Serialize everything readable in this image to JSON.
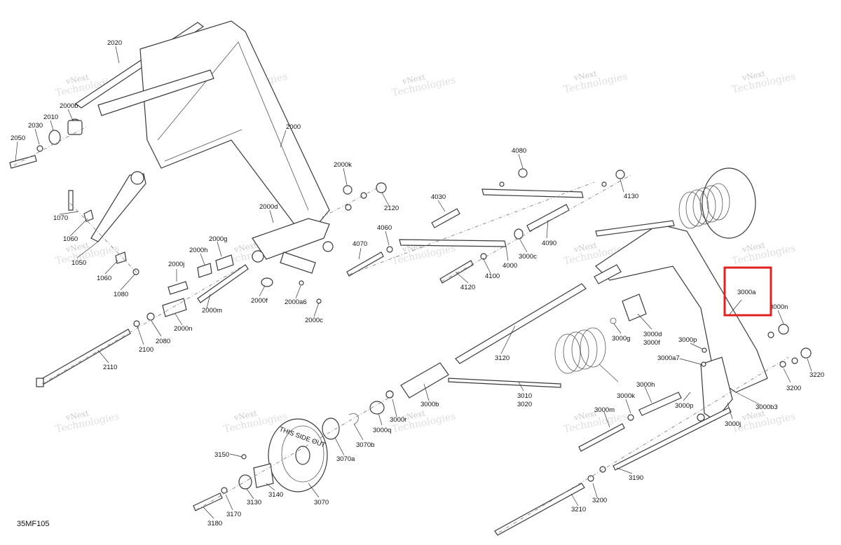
{
  "diagram": {
    "document_code": "35MF105",
    "highlight_color": "#e02020",
    "highlighted_label": "3000a",
    "watermark_line1": "vNext",
    "watermark_line2": "Technologies",
    "wheel_text": "THIS SIDE OUT",
    "labels": [
      {
        "id": "l2020",
        "text": "2020"
      },
      {
        "id": "l2000b",
        "text": "2000b"
      },
      {
        "id": "l2010",
        "text": "2010"
      },
      {
        "id": "l2030",
        "text": "2030"
      },
      {
        "id": "l2050",
        "text": "2050"
      },
      {
        "id": "l2000",
        "text": "2000"
      },
      {
        "id": "l2000k",
        "text": "2000k"
      },
      {
        "id": "l2120",
        "text": "2120"
      },
      {
        "id": "l2000d",
        "text": "2000d"
      },
      {
        "id": "l2000g",
        "text": "2000g"
      },
      {
        "id": "l2000h",
        "text": "2000h"
      },
      {
        "id": "l2000j",
        "text": "2000j"
      },
      {
        "id": "l2000f",
        "text": "2000f"
      },
      {
        "id": "l2000a6",
        "text": "2000a6"
      },
      {
        "id": "l2000c",
        "text": "2000c"
      },
      {
        "id": "l2000m",
        "text": "2000m"
      },
      {
        "id": "l2000n",
        "text": "2000n"
      },
      {
        "id": "l2080",
        "text": "2080"
      },
      {
        "id": "l2100",
        "text": "2100"
      },
      {
        "id": "l2110",
        "text": "2110"
      },
      {
        "id": "l1070",
        "text": "1070"
      },
      {
        "id": "l1060a",
        "text": "1060"
      },
      {
        "id": "l1050",
        "text": "1050"
      },
      {
        "id": "l1060b",
        "text": "1060"
      },
      {
        "id": "l1080",
        "text": "1080"
      },
      {
        "id": "l4080",
        "text": "4080"
      },
      {
        "id": "l4030",
        "text": "4030"
      },
      {
        "id": "l4130",
        "text": "4130"
      },
      {
        "id": "l4060",
        "text": "4060"
      },
      {
        "id": "l4070",
        "text": "4070"
      },
      {
        "id": "l4090",
        "text": "4090"
      },
      {
        "id": "l3000c",
        "text": "3000c"
      },
      {
        "id": "l4000",
        "text": "4000"
      },
      {
        "id": "l4100",
        "text": "4100"
      },
      {
        "id": "l4120",
        "text": "4120"
      },
      {
        "id": "l3000a",
        "text": "3000a"
      },
      {
        "id": "l3000n",
        "text": "3000n"
      },
      {
        "id": "l3000d",
        "text": "3000d"
      },
      {
        "id": "l3000f",
        "text": "3000f"
      },
      {
        "id": "l3000g",
        "text": "3000g"
      },
      {
        "id": "l3000p1",
        "text": "3000p"
      },
      {
        "id": "l3000a7",
        "text": "3000a7"
      },
      {
        "id": "l3120",
        "text": "3120"
      },
      {
        "id": "l3200a",
        "text": "3200"
      },
      {
        "id": "l3220",
        "text": "3220"
      },
      {
        "id": "l3010",
        "text": "3010"
      },
      {
        "id": "l3020",
        "text": "3020"
      },
      {
        "id": "l3000h",
        "text": "3000h"
      },
      {
        "id": "l3000k",
        "text": "3000k"
      },
      {
        "id": "l3000p2",
        "text": "3000p"
      },
      {
        "id": "l3000b3",
        "text": "3000b3"
      },
      {
        "id": "l3000j",
        "text": "3000j"
      },
      {
        "id": "l3000m",
        "text": "3000m"
      },
      {
        "id": "l3000b",
        "text": "3000b"
      },
      {
        "id": "l3000r",
        "text": "3000r"
      },
      {
        "id": "l3000q",
        "text": "3000q"
      },
      {
        "id": "l3070b",
        "text": "3070b"
      },
      {
        "id": "l3070a",
        "text": "3070a"
      },
      {
        "id": "l3150",
        "text": "3150"
      },
      {
        "id": "l3140",
        "text": "3140"
      },
      {
        "id": "l3130",
        "text": "3130"
      },
      {
        "id": "l3070",
        "text": "3070"
      },
      {
        "id": "l3170",
        "text": "3170"
      },
      {
        "id": "l3180",
        "text": "3180"
      },
      {
        "id": "l3190",
        "text": "3190"
      },
      {
        "id": "l3200b",
        "text": "3200"
      },
      {
        "id": "l3210",
        "text": "3210"
      }
    ]
  }
}
